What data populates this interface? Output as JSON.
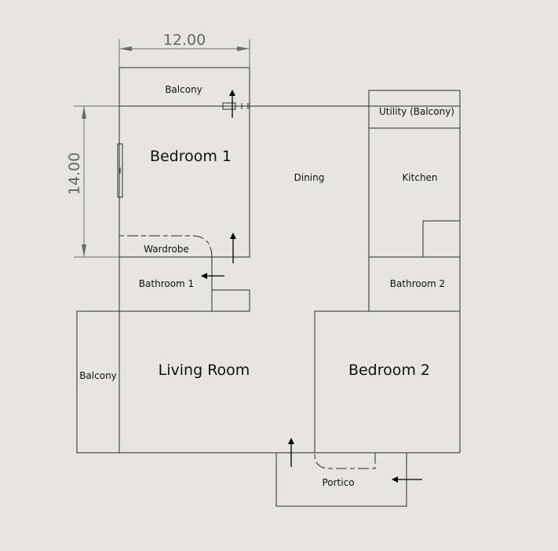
{
  "dimensions": {
    "width_label": "12.00",
    "height_label": "14.00"
  },
  "rooms": {
    "balcony_top": "Balcony",
    "bedroom1": "Bedroom 1",
    "dining": "Dining",
    "utility": "Utility (Balcony)",
    "kitchen": "Kitchen",
    "wardrobe": "Wardrobe",
    "bathroom1": "Bathroom 1",
    "bathroom2": "Bathroom 2",
    "balcony_left": "Balcony",
    "living_room": "Living Room",
    "bedroom2": "Bedroom 2",
    "portico": "Portico"
  },
  "colors": {
    "background": "#e6e6de",
    "wall": "#2a2a2a",
    "dimension": "#6a6a6a"
  },
  "icons": {
    "door_arrow": "arrow-icon",
    "window_marker": "window-icon"
  }
}
